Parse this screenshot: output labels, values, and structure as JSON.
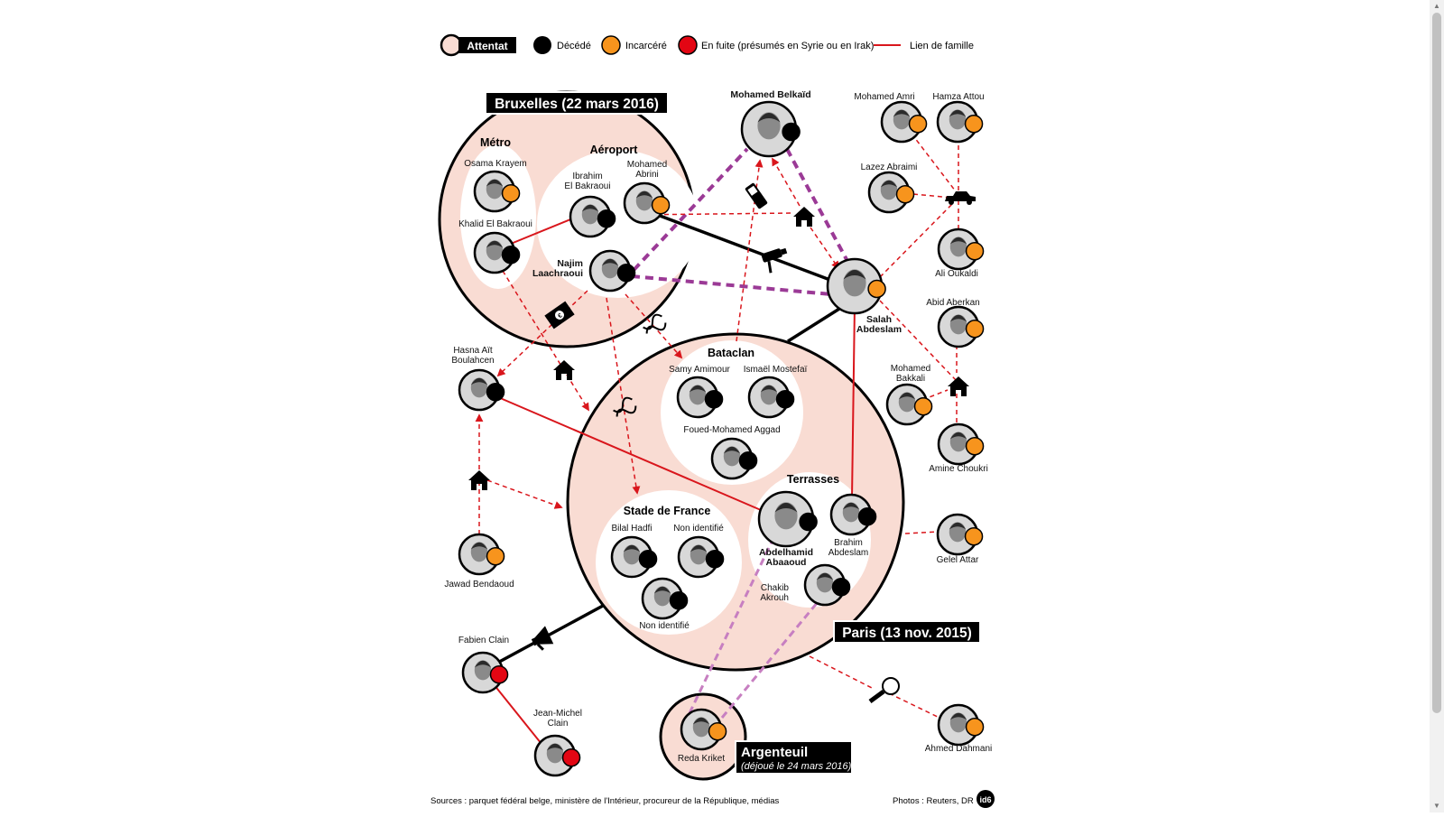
{
  "colors": {
    "deceased": "#000000",
    "jailed": "#f7941d",
    "fugitive": "#e30613",
    "family": "#d9161c",
    "arrow": "#d9161c",
    "phone": "#9b3a96",
    "argenteuil": "#c77fc1",
    "attack_fill": "#f9dcd3"
  },
  "legend": {
    "attack": "Attentat",
    "deceased": "Décédé",
    "jailed": "Incarcéré",
    "fugitive": "En fuite (présumés en Syrie ou en Irak)",
    "family": "Lien de famille"
  },
  "attacks": {
    "brussels": "Bruxelles (22 mars 2016)",
    "paris": "Paris (13 nov. 2015)",
    "argenteuil": "Argenteuil",
    "argenteuil_note": "(déjoué le 24 mars 2016)"
  },
  "groups": {
    "metro": "Métro",
    "airport": "Aéroport",
    "bataclan": "Bataclan",
    "stade": "Stade de France",
    "terrasses": "Terrasses"
  },
  "people": [
    {
      "id": "osama",
      "lines": [
        "Osama Krayem"
      ],
      "status": "jailed"
    },
    {
      "id": "khalid",
      "lines": [
        "Khalid El Bakraoui"
      ],
      "status": "deceased"
    },
    {
      "id": "ibrahim_bk",
      "lines": [
        "Ibrahim",
        "El Bakraoui"
      ],
      "status": "deceased"
    },
    {
      "id": "abrini",
      "lines": [
        "Mohamed",
        "Abrini"
      ],
      "status": "jailed"
    },
    {
      "id": "najim",
      "lines": [
        "Najim",
        "Laachraoui"
      ],
      "status": "deceased",
      "bold": true
    },
    {
      "id": "belkaid",
      "lines": [
        "Mohamed Belkaïd"
      ],
      "status": "deceased",
      "bold": true
    },
    {
      "id": "amri",
      "lines": [
        "Mohamed Amri"
      ],
      "status": "jailed"
    },
    {
      "id": "attou",
      "lines": [
        "Hamza Attou"
      ],
      "status": "jailed"
    },
    {
      "id": "abraimi",
      "lines": [
        "Lazez Abraimi"
      ],
      "status": "jailed"
    },
    {
      "id": "oukaldi",
      "lines": [
        "Ali Oukaldi"
      ],
      "status": "jailed"
    },
    {
      "id": "salah",
      "lines": [
        "Salah",
        "Abdeslam"
      ],
      "status": "jailed",
      "bold": true
    },
    {
      "id": "aberkan",
      "lines": [
        "Abid Aberkan"
      ],
      "status": "jailed"
    },
    {
      "id": "bakkali",
      "lines": [
        "Mohamed",
        "Bakkali"
      ],
      "status": "jailed"
    },
    {
      "id": "choukri",
      "lines": [
        "Amine Choukri"
      ],
      "status": "jailed"
    },
    {
      "id": "hasna",
      "lines": [
        "Hasna Aït",
        "Boulahcen"
      ],
      "status": "deceased"
    },
    {
      "id": "amimour",
      "lines": [
        "Samy Amimour"
      ],
      "status": "deceased"
    },
    {
      "id": "mostefai",
      "lines": [
        "Ismaël Mostefaï"
      ],
      "status": "deceased"
    },
    {
      "id": "aggad",
      "lines": [
        "Foued-Mohamed Aggad"
      ],
      "status": "deceased"
    },
    {
      "id": "abaaoud",
      "lines": [
        "Abdelhamid",
        "Abaaoud"
      ],
      "status": "deceased",
      "bold": true
    },
    {
      "id": "brahim_ab",
      "lines": [
        "Brahim",
        "Abdeslam"
      ],
      "status": "deceased"
    },
    {
      "id": "akrouh",
      "lines": [
        "Chakib",
        "Akrouh"
      ],
      "status": "deceased"
    },
    {
      "id": "hadfi",
      "lines": [
        "Bilal Hadfi"
      ],
      "status": "deceased"
    },
    {
      "id": "unid1",
      "lines": [
        "Non identifié"
      ],
      "status": "deceased"
    },
    {
      "id": "unid2",
      "lines": [
        "Non identifié"
      ],
      "status": "deceased"
    },
    {
      "id": "bendaoud",
      "lines": [
        "Jawad Bendaoud"
      ],
      "status": "jailed"
    },
    {
      "id": "attar",
      "lines": [
        "Gelel Attar"
      ],
      "status": "jailed"
    },
    {
      "id": "fabien",
      "lines": [
        "Fabien Clain"
      ],
      "status": "fugitive"
    },
    {
      "id": "jeanmichel",
      "lines": [
        "Jean-Michel",
        "Clain"
      ],
      "status": "fugitive"
    },
    {
      "id": "kriket",
      "lines": [
        "Reda Kriket"
      ],
      "status": "jailed"
    },
    {
      "id": "dahmani",
      "lines": [
        "Ahmed Dahmani"
      ],
      "status": "jailed"
    }
  ],
  "links": [
    {
      "from": "khalid",
      "to": "ibrahim_bk",
      "style": "family"
    },
    {
      "from": "abaaoud",
      "to": "hasna",
      "style": "family"
    },
    {
      "from": "salah",
      "to": "brahim_ab",
      "style": "family"
    },
    {
      "from": "fabien",
      "to": "jeanmichel",
      "style": "family"
    },
    {
      "from": "abrini",
      "to": "salah",
      "style": "solid",
      "icon": "camera-icon"
    },
    {
      "from": "fabien",
      "to": "paris_circle",
      "style": "solid",
      "icon": "megaphone-icon"
    },
    {
      "from": "salah",
      "to": "paris_circle",
      "style": "solid"
    },
    {
      "from": "najim",
      "to": "belkaid",
      "style": "phone"
    },
    {
      "from": "najim",
      "to": "salah",
      "style": "phone"
    },
    {
      "from": "belkaid",
      "to": "salah",
      "style": "phone"
    },
    {
      "from": "kriket",
      "to": "abaaoud",
      "style": "argenteuil"
    },
    {
      "from": "kriket",
      "to": "akrouh",
      "style": "argenteuil"
    }
  ],
  "icons": [
    "phone-icon",
    "house-icon",
    "camera-icon",
    "dna-icon",
    "money-icon",
    "car-icon",
    "magnifier-icon",
    "megaphone-icon"
  ],
  "footer": {
    "sources": "Sources : parquet fédéral belge, ministère de l'Intérieur, procureur de la République, médias",
    "photos": "Photos : Reuters, DR",
    "logo": "id6"
  }
}
